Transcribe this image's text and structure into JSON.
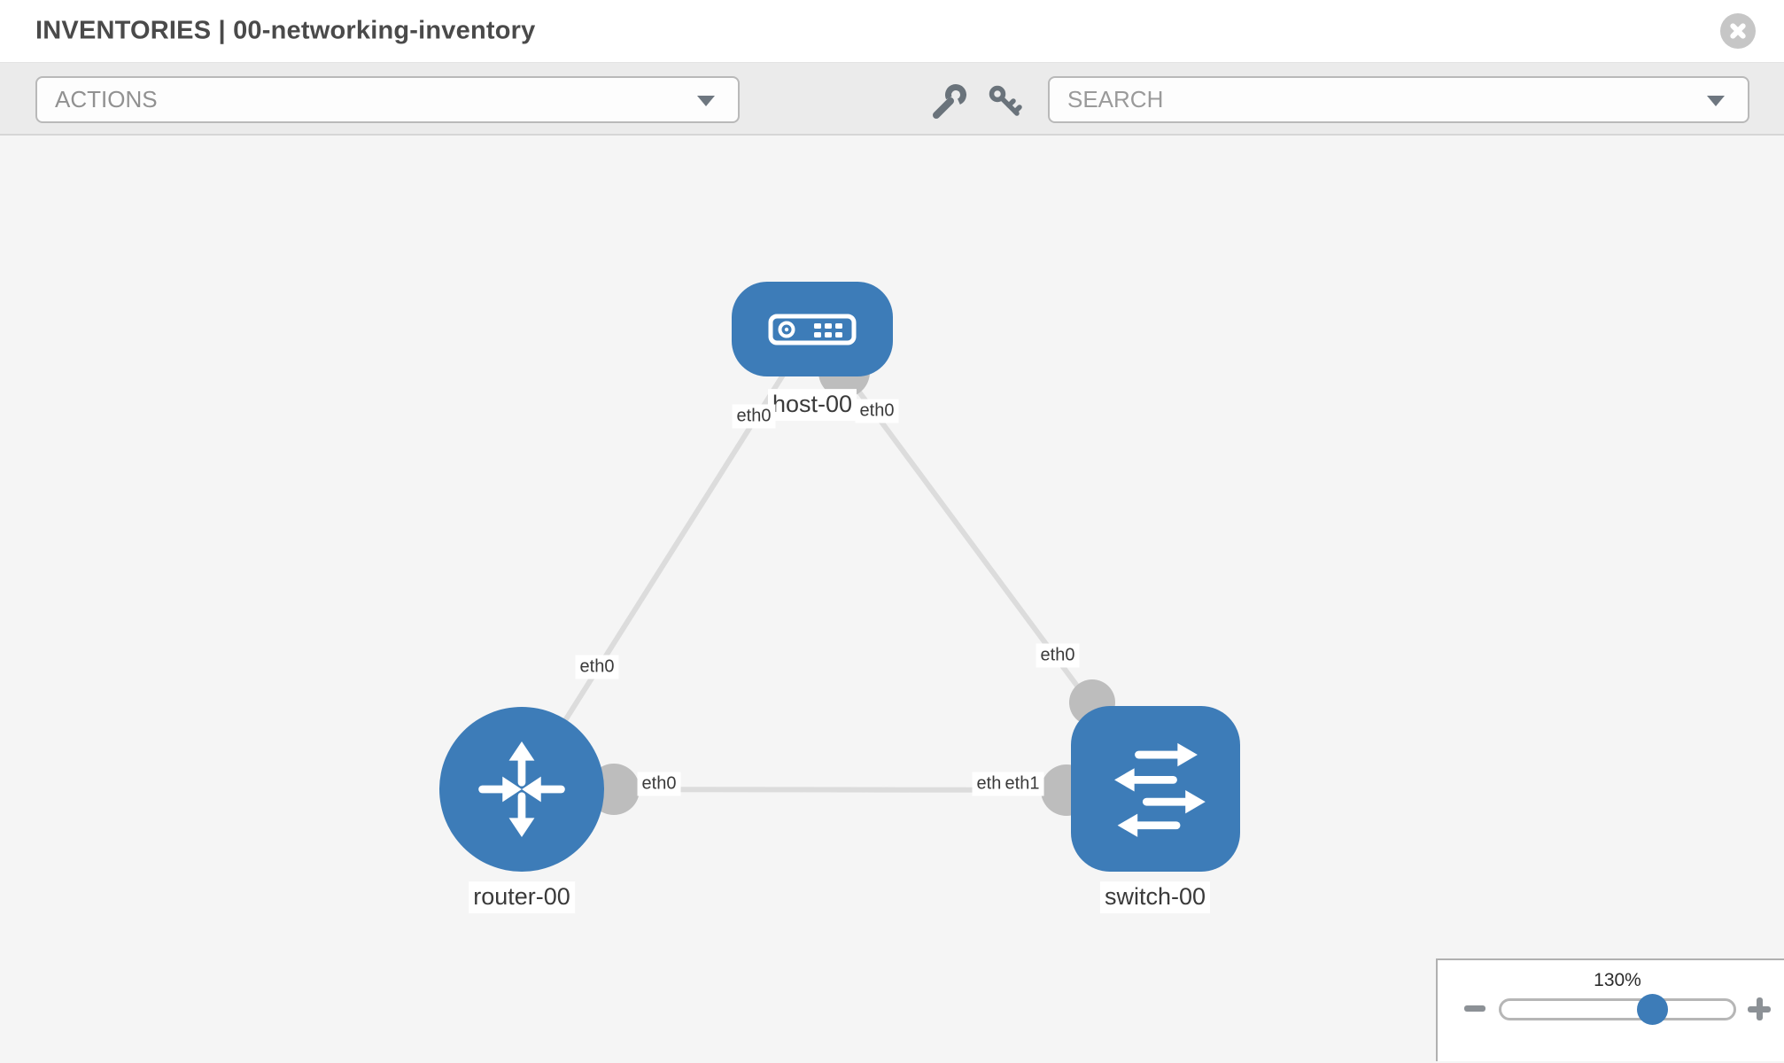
{
  "header": {
    "title": "INVENTORIES | 00-networking-inventory"
  },
  "toolbar": {
    "actions_label": "ACTIONS",
    "search_placeholder": "SEARCH"
  },
  "canvas": {
    "nodes": [
      {
        "id": "host-00",
        "type": "host",
        "label": "host-00"
      },
      {
        "id": "router-00",
        "type": "router",
        "label": "router-00"
      },
      {
        "id": "switch-00",
        "type": "switch",
        "label": "switch-00"
      }
    ],
    "links": [
      {
        "from": "host-00",
        "to": "router-00",
        "from_interface": "eth0",
        "to_interface": "eth0"
      },
      {
        "from": "host-00",
        "to": "switch-00",
        "from_interface": "eth0",
        "to_interface": "eth0"
      },
      {
        "from": "router-00",
        "to": "switch-00",
        "from_interface": "eth0",
        "to_interface": "eth1",
        "overlapped_label": "eth0"
      }
    ]
  },
  "zoom_control": {
    "level": "130%",
    "zoom_percent": 130
  },
  "colors": {
    "node_blue": "#3d7cb8",
    "link_gray": "#dcdcdc",
    "interface_gray": "#bdbdbd"
  }
}
